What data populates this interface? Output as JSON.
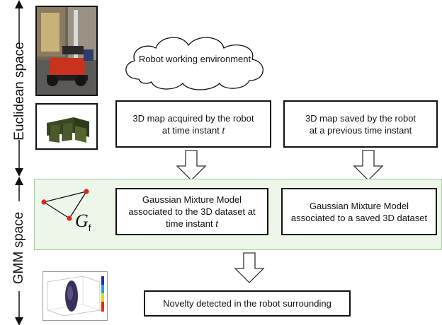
{
  "axis": {
    "euclidean_label": "Euclidean space",
    "gmm_label": "GMM space"
  },
  "cloud": {
    "label": "Robot working environment"
  },
  "boxes": {
    "map_current": {
      "line1": "3D map acquired by the robot",
      "line2_prefix": "at time instant ",
      "line2_var": "t"
    },
    "map_saved": {
      "line1": "3D map saved by the robot",
      "line2": "at a previous time instant"
    },
    "gmm_current": {
      "line1": "Gaussian Mixture Model",
      "line2": "associated to the 3D dataset at",
      "line3_prefix": "time instant ",
      "line3_var": "t"
    },
    "gmm_saved": {
      "line1": "Gaussian Mixture Model",
      "line2": "associated to a saved 3D dataset"
    },
    "novelty": {
      "text": "Novelty detected in the robot surrounding"
    }
  },
  "graph_symbol": {
    "letter": "G",
    "subscript": "f"
  },
  "colors": {
    "gmm_band_fill": "#eef6ea",
    "gmm_band_border": "#9fd09a",
    "node_red": "#d62a1e"
  }
}
